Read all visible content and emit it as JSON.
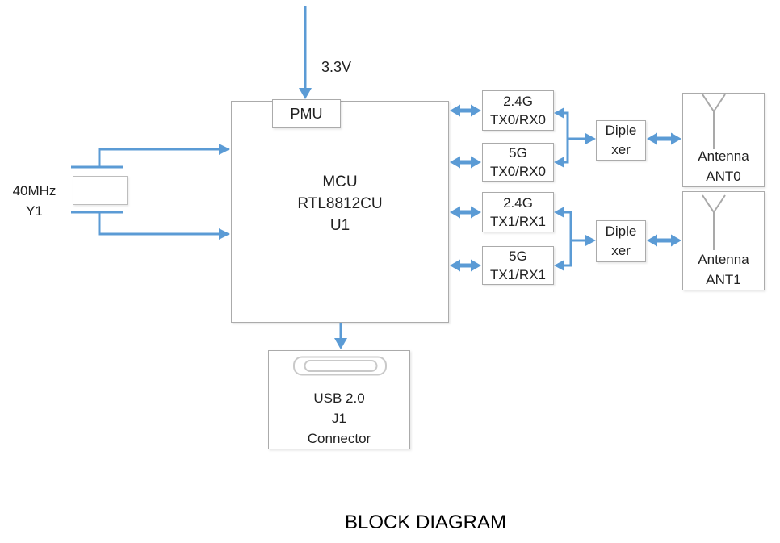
{
  "title": "BLOCK DIAGRAM",
  "colors": {
    "accent_blue": "#5B9BD5",
    "box_border": "#ABABAB",
    "antenna_gray": "#A9A9A9",
    "text": "#212121"
  },
  "power": {
    "label": "3.3V"
  },
  "crystal": {
    "value": "40MHz",
    "ref": "Y1"
  },
  "mcu": {
    "pmu": "PMU",
    "type": "MCU",
    "part": "RTL8812CU",
    "ref": "U1"
  },
  "rf_blocks": [
    {
      "band": "2.4G",
      "chain": "TX0/RX0"
    },
    {
      "band": "5G",
      "chain": "TX0/RX0"
    },
    {
      "band": "2.4G",
      "chain": "TX1/RX1"
    },
    {
      "band": "5G",
      "chain": "TX1/RX1"
    }
  ],
  "diplexers": [
    {
      "word_top": "Diple",
      "word_bottom": "xer"
    },
    {
      "word_top": "Diple",
      "word_bottom": "xer"
    }
  ],
  "antennas": [
    {
      "label": "Antenna",
      "ref": "ANT0"
    },
    {
      "label": "Antenna",
      "ref": "ANT1"
    }
  ],
  "usb": {
    "standard": "USB 2.0",
    "ref": "J1",
    "kind": "Connector"
  }
}
